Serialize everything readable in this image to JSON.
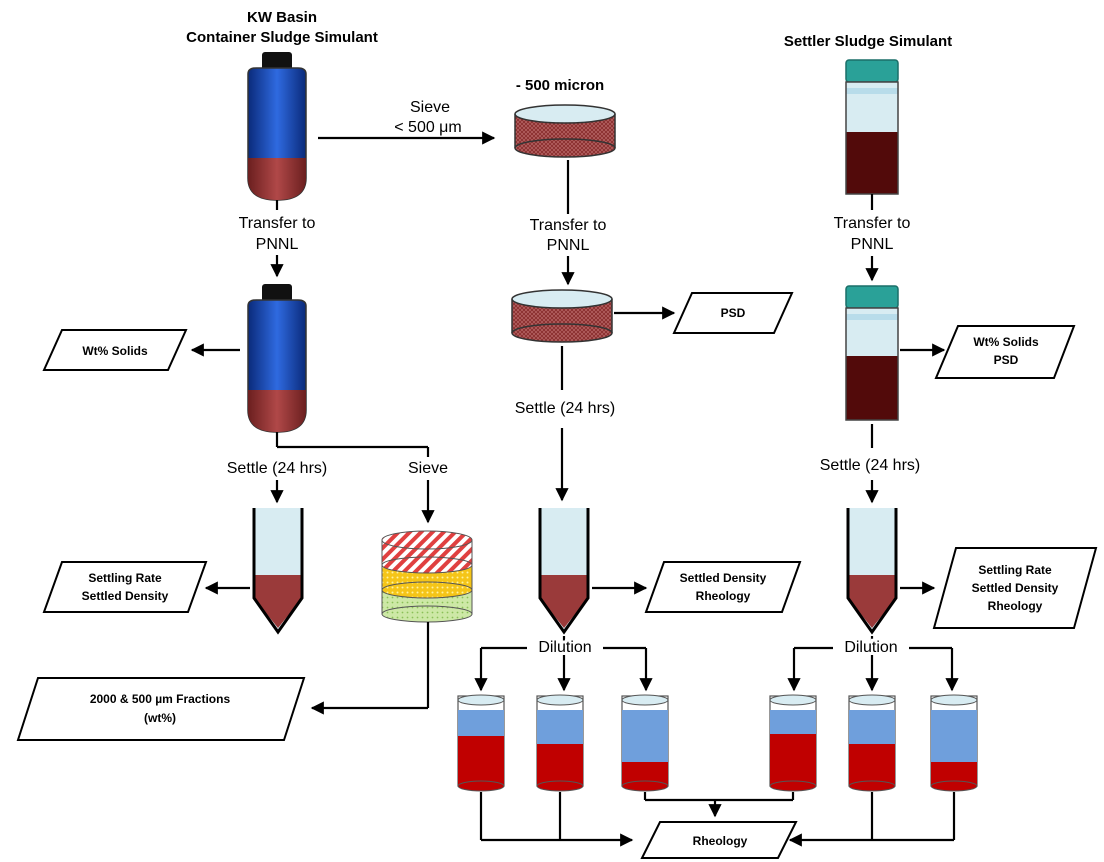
{
  "titles": {
    "kw_line1": "KW Basin",
    "kw_line2": "Container Sludge Simulant",
    "micron": "- 500 micron",
    "settler": "Settler Sludge Simulant"
  },
  "labels": {
    "sieve_top1": "Sieve",
    "sieve_top2": "< 500 μm",
    "transfer1": "Transfer to",
    "pnnl": "PNNL",
    "settle": "Settle (24 hrs)",
    "sieve": "Sieve",
    "dilution": "Dilution"
  },
  "outputs": {
    "wt_solids": "Wt% Solids",
    "psd": "PSD",
    "wt_solids_psd_1": "Wt% Solids",
    "wt_solids_psd_2": "PSD",
    "settling_rate": "Settling Rate",
    "settled_density": "Settled Density",
    "rheology": "Rheology",
    "fractions_1": "2000 & 500 µm Fractions",
    "fractions_2": "(wt%)",
    "final_rheology": "Rheology"
  },
  "colors": {
    "blue_fluid": "#1e4fb0",
    "sludge": "#9a3a3a",
    "dark_sludge": "#520a0a",
    "teal_cap": "#2aa198",
    "pale_water": "#d8ecf2",
    "dilution_blue": "#6f9fdc",
    "dilution_red": "#c00000",
    "sieve_red": "#e04040",
    "sieve_yellow": "#f5c518",
    "sieve_green": "#b8e08a"
  }
}
